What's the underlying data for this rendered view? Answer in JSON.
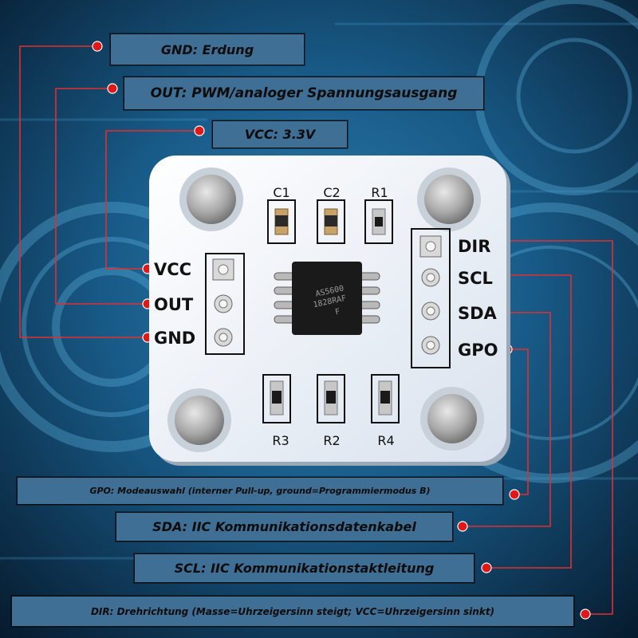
{
  "labels": {
    "gnd": "GND: Erdung",
    "out": "OUT: PWM/analoger Spannungsausgang",
    "vcc": "VCC: 3.3V",
    "gpo": "GPO: Modeauswahl (interner Pull-up, ground=Programmiermodus B)",
    "sda": "SDA: IIC Kommunikationsdatenkabel",
    "scl": "SCL: IIC Kommunikationstaktleitung",
    "dir": "DIR: Drehrichtung (Masse=Uhrzeigersinn steigt; VCC=Uhrzeigersinn sinkt)"
  },
  "board": {
    "left_pins": [
      "VCC",
      "OUT",
      "GND"
    ],
    "right_pins": [
      "DIR",
      "SCL",
      "SDA",
      "GPO"
    ],
    "top_components": [
      "C1",
      "C2",
      "R1"
    ],
    "bottom_components": [
      "R3",
      "R2",
      "R4"
    ],
    "chip_lines": [
      "AS5600",
      "1828RAF",
      "F"
    ]
  },
  "colors": {
    "label_fill": "#3f6f95",
    "leader_line": "#e03030",
    "dot": "#e01818",
    "board": "#eef3fb",
    "chip": "#1a1a1a"
  }
}
